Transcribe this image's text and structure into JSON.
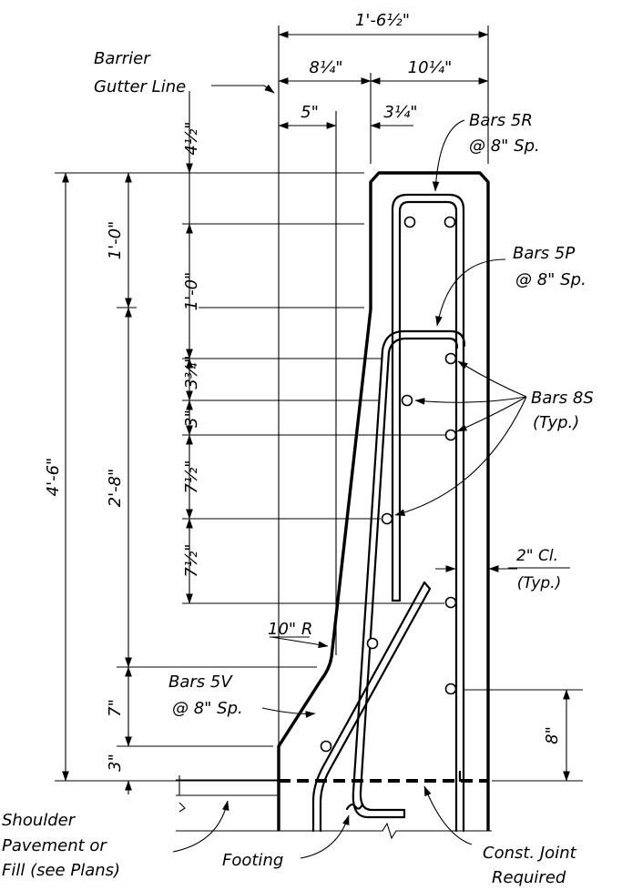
{
  "dimensions": {
    "top_total": "1'-6½\"",
    "top_left": "8¼\"",
    "top_right": "10¼\"",
    "second_left": "5\"",
    "second_right": "3¼\"",
    "rise_top": "4½\"",
    "left_1ft": "1'-0\"",
    "left_2ft8": "2'-8\"",
    "left_7": "7\"",
    "left_3": "3\"",
    "mid_1ft": "1'-0\"",
    "mid_3_75": "3¾\"",
    "mid_3": "3\"",
    "mid_7_5_a": "7½\"",
    "mid_7_5_b": "7½\"",
    "overall": "4'-6\"",
    "bottom_right": "8\"",
    "clear_cover": "2\" Cl.",
    "clear_cover_note": "(Typ.)",
    "radius": "10\" R"
  },
  "labels": {
    "gutter_line_1": "Barrier",
    "gutter_line_2": "Gutter Line",
    "bars_5r_1": "Bars 5R",
    "bars_5r_2": "@ 8\" Sp.",
    "bars_5p_1": "Bars 5P",
    "bars_5p_2": "@ 8\" Sp.",
    "bars_8s_1": "Bars 8S",
    "bars_8s_2": "(Typ.)",
    "bars_5v_1": "Bars 5V",
    "bars_5v_2": "@ 8\" Sp.",
    "shoulder_1": "Shoulder",
    "shoulder_2": "Pavement or",
    "shoulder_3": "Fill (see Plans)",
    "footing": "Footing",
    "joint_1": "Const. Joint",
    "joint_2": "Required"
  }
}
